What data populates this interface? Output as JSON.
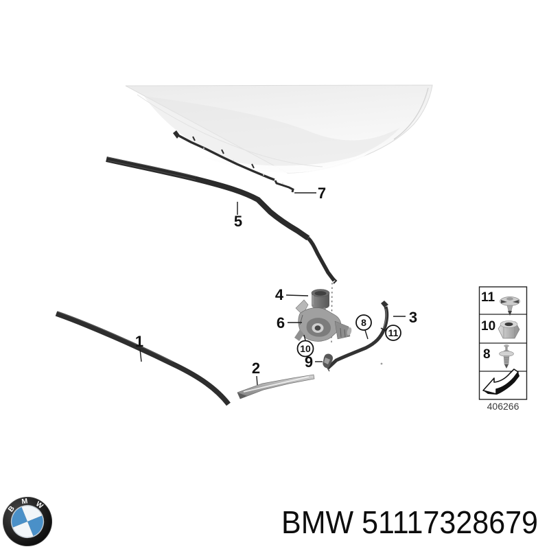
{
  "page": {
    "background": "#ffffff"
  },
  "diagram": {
    "callouts": {
      "n1": "1",
      "n2": "2",
      "n3": "3",
      "n4": "4",
      "n5": "5",
      "n6": "6",
      "n7": "7",
      "n9": "9",
      "c8": "8",
      "c10": "10",
      "c11": "11"
    },
    "legend": {
      "rows": [
        {
          "label": "11",
          "icon": "push-pin-clip-icon"
        },
        {
          "label": "10",
          "icon": "hex-nut-icon"
        },
        {
          "label": "8",
          "icon": "expansion-rivet-icon"
        },
        {
          "label": "",
          "icon": "direction-arrow-icon"
        }
      ],
      "code": "406266"
    }
  },
  "footer": {
    "part_number": "BMW 51117328679",
    "logo": {
      "b": "B",
      "m": "M",
      "w": "W"
    }
  },
  "colors": {
    "bmw_blue": "#4a90c8",
    "seal_dark": "#2d2d2d",
    "line_black": "#1a1a1a"
  }
}
